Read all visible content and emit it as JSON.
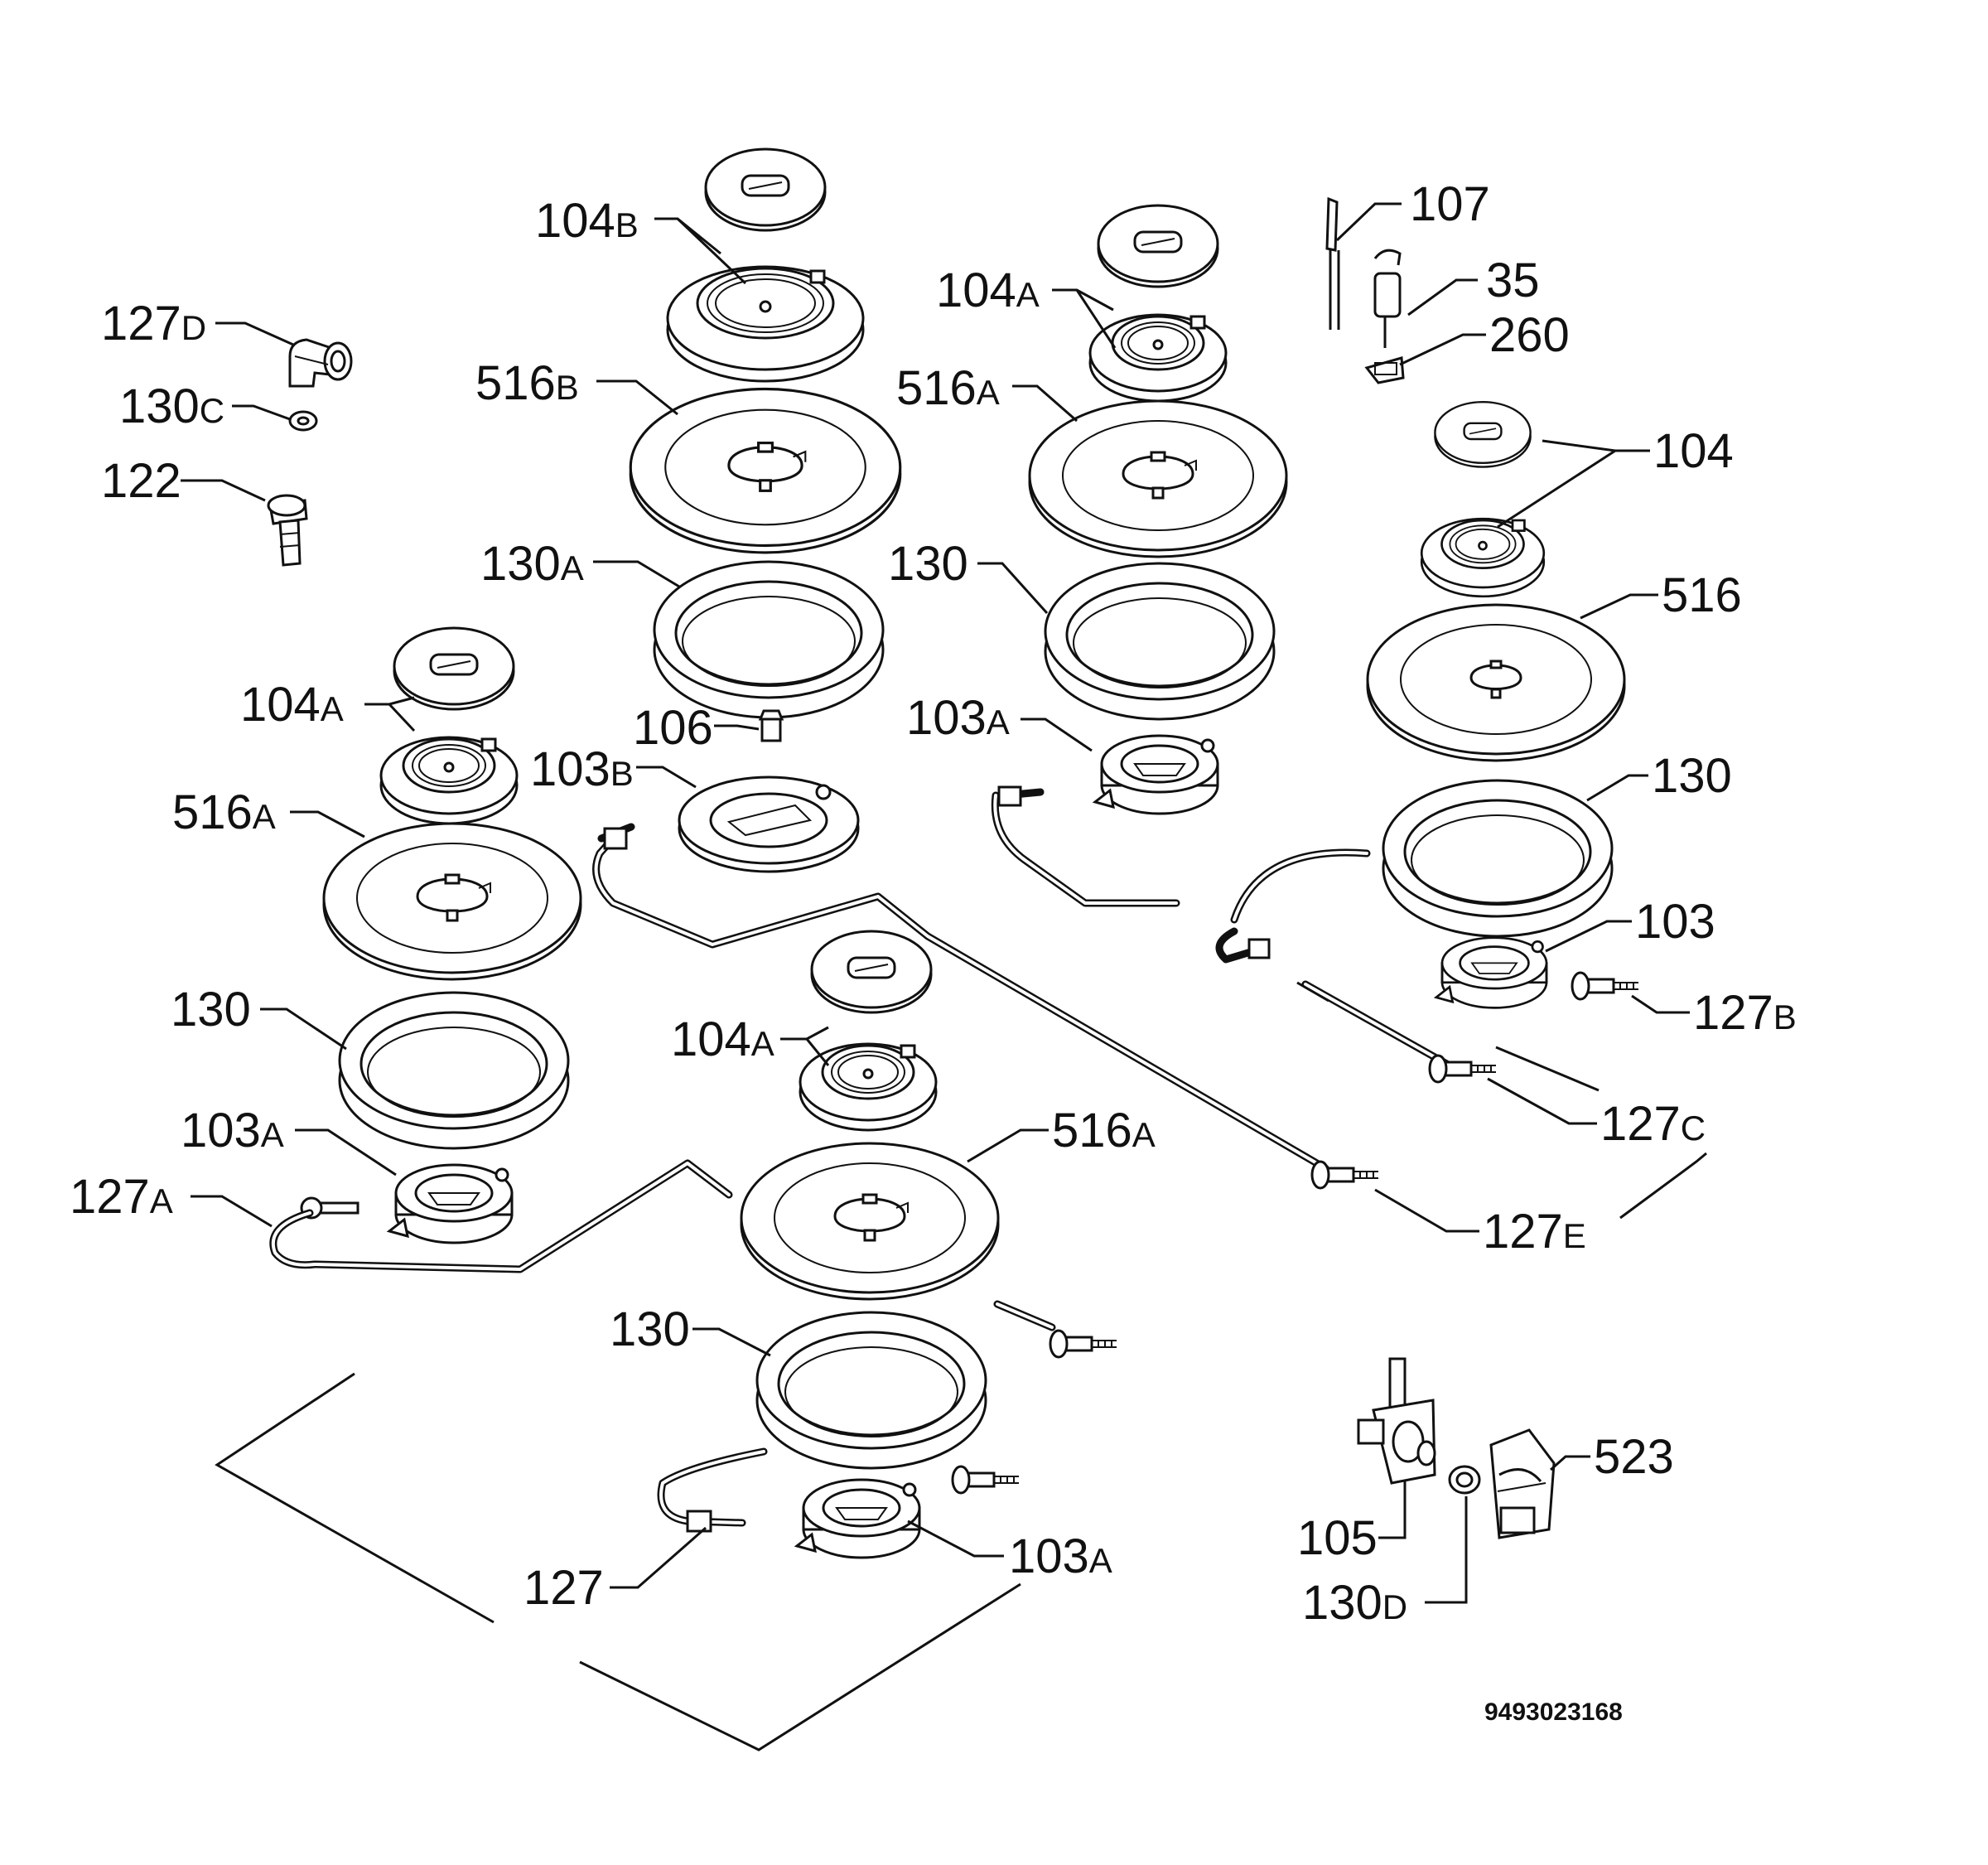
{
  "labels": [
    {
      "name": "label-104b",
      "num": "104",
      "suffix": "B"
    },
    {
      "name": "label-127d",
      "num": "127",
      "suffix": "D"
    },
    {
      "name": "label-130c",
      "num": "130",
      "suffix": "C"
    },
    {
      "name": "label-122",
      "num": "122",
      "suffix": ""
    },
    {
      "name": "label-516b",
      "num": "516",
      "suffix": "B"
    },
    {
      "name": "label-130a",
      "num": "130",
      "suffix": "A"
    },
    {
      "name": "label-106",
      "num": "106",
      "suffix": ""
    },
    {
      "name": "label-103b",
      "num": "103",
      "suffix": "B"
    },
    {
      "name": "label-104a-top",
      "num": "104",
      "suffix": "A"
    },
    {
      "name": "label-516a-top",
      "num": "516",
      "suffix": "A"
    },
    {
      "name": "label-130-top",
      "num": "130",
      "suffix": ""
    },
    {
      "name": "label-103a-top",
      "num": "103",
      "suffix": "A"
    },
    {
      "name": "label-107",
      "num": "107",
      "suffix": ""
    },
    {
      "name": "label-35",
      "num": "35",
      "suffix": ""
    },
    {
      "name": "label-260",
      "num": "260",
      "suffix": ""
    },
    {
      "name": "label-104",
      "num": "104",
      "suffix": ""
    },
    {
      "name": "label-516",
      "num": "516",
      "suffix": ""
    },
    {
      "name": "label-130-right",
      "num": "130",
      "suffix": ""
    },
    {
      "name": "label-103",
      "num": "103",
      "suffix": ""
    },
    {
      "name": "label-127b",
      "num": "127",
      "suffix": "B"
    },
    {
      "name": "label-127c",
      "num": "127",
      "suffix": "C"
    },
    {
      "name": "label-127e",
      "num": "127",
      "suffix": "E"
    },
    {
      "name": "label-104a-left",
      "num": "104",
      "suffix": "A"
    },
    {
      "name": "label-516a-left",
      "num": "516",
      "suffix": "A"
    },
    {
      "name": "label-130-left",
      "num": "130",
      "suffix": ""
    },
    {
      "name": "label-103a-left",
      "num": "103",
      "suffix": "A"
    },
    {
      "name": "label-127a",
      "num": "127",
      "suffix": "A"
    },
    {
      "name": "label-104a-bottom",
      "num": "104",
      "suffix": "A"
    },
    {
      "name": "label-516a-bottom",
      "num": "516",
      "suffix": "A"
    },
    {
      "name": "label-130-bottom",
      "num": "130",
      "suffix": ""
    },
    {
      "name": "label-103a-bottom",
      "num": "103",
      "suffix": "A"
    },
    {
      "name": "label-127",
      "num": "127",
      "suffix": ""
    },
    {
      "name": "label-105",
      "num": "105",
      "suffix": ""
    },
    {
      "name": "label-130d",
      "num": "130",
      "suffix": "D"
    },
    {
      "name": "label-523",
      "num": "523",
      "suffix": ""
    }
  ],
  "drawing_number": "9493023168"
}
